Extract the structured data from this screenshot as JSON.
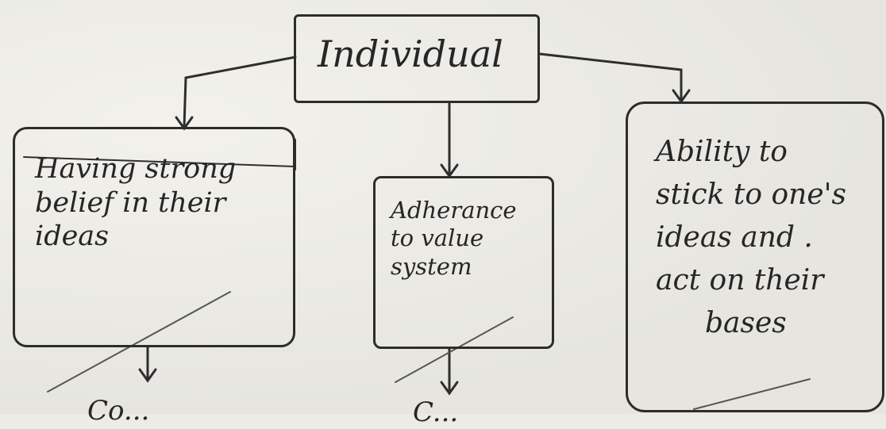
{
  "diagram": {
    "root": {
      "label": "Individual"
    },
    "children": [
      {
        "id": "left",
        "lines": [
          "Having strong",
          "belief in their",
          "ideas"
        ]
      },
      {
        "id": "middle",
        "lines": [
          "Adherance",
          "to value",
          "system"
        ]
      },
      {
        "id": "right",
        "lines": [
          "Ability to",
          "stick to one's",
          "ideas and .",
          "act on their",
          "bases"
        ]
      }
    ],
    "bottom_partial": {
      "left": "Co...",
      "middle": "C..."
    }
  }
}
